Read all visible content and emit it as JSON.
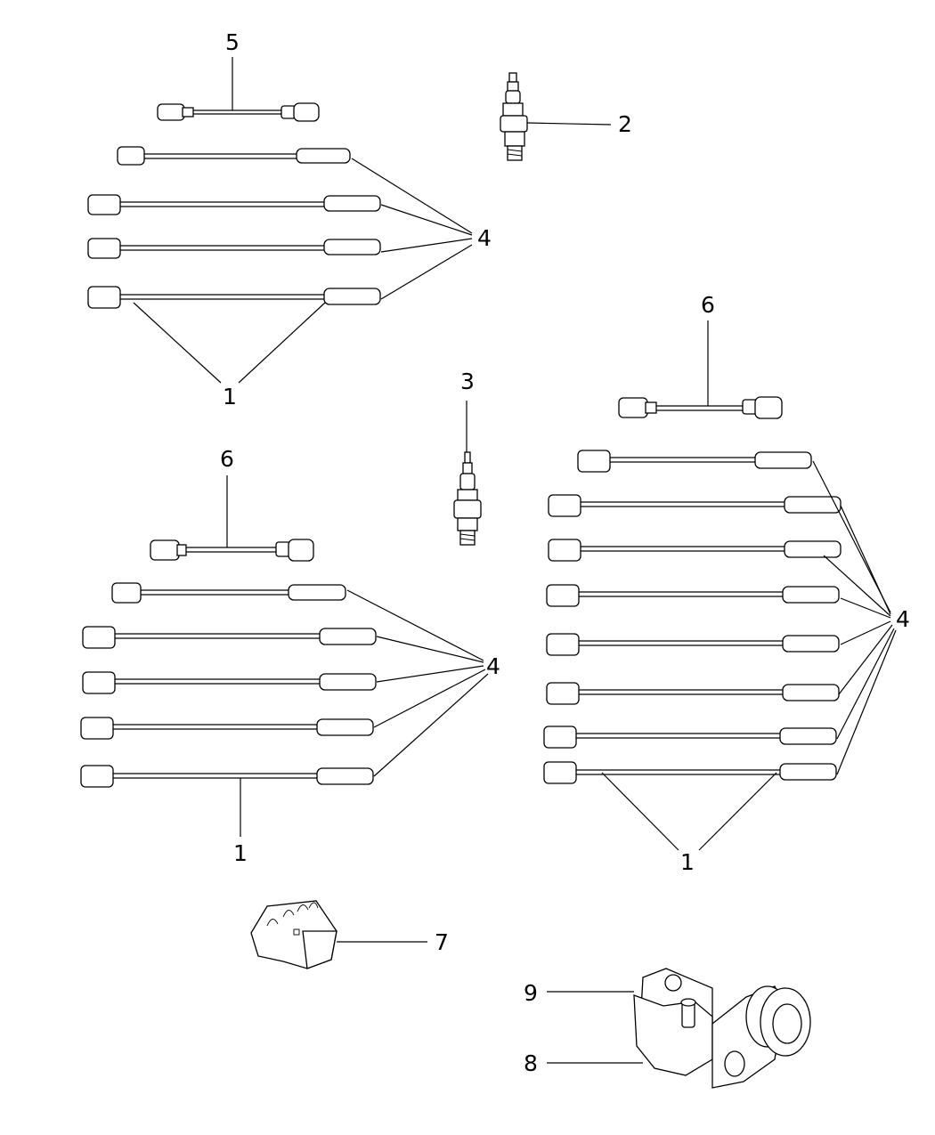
{
  "callouts": {
    "c1a": "1",
    "c1b": "1",
    "c1c": "1",
    "c2": "2",
    "c3": "3",
    "c4a": "4",
    "c4b": "4",
    "c4c": "4",
    "c5": "5",
    "c6a": "6",
    "c6b": "6",
    "c7": "7",
    "c8": "8",
    "c9": "9"
  },
  "colors": {
    "ink": "#000000",
    "paper": "#ffffff"
  },
  "parts": [
    {
      "ref": "1",
      "name": "ignition-wire"
    },
    {
      "ref": "2",
      "name": "spark-plug"
    },
    {
      "ref": "3",
      "name": "spark-plug"
    },
    {
      "ref": "4",
      "name": "spark-plug-wire-boot"
    },
    {
      "ref": "5",
      "name": "coil-wire"
    },
    {
      "ref": "6",
      "name": "coil-wire"
    },
    {
      "ref": "7",
      "name": "wire-separator-clip"
    },
    {
      "ref": "8",
      "name": "ignition-coil"
    },
    {
      "ref": "9",
      "name": "coil-bracket"
    }
  ]
}
